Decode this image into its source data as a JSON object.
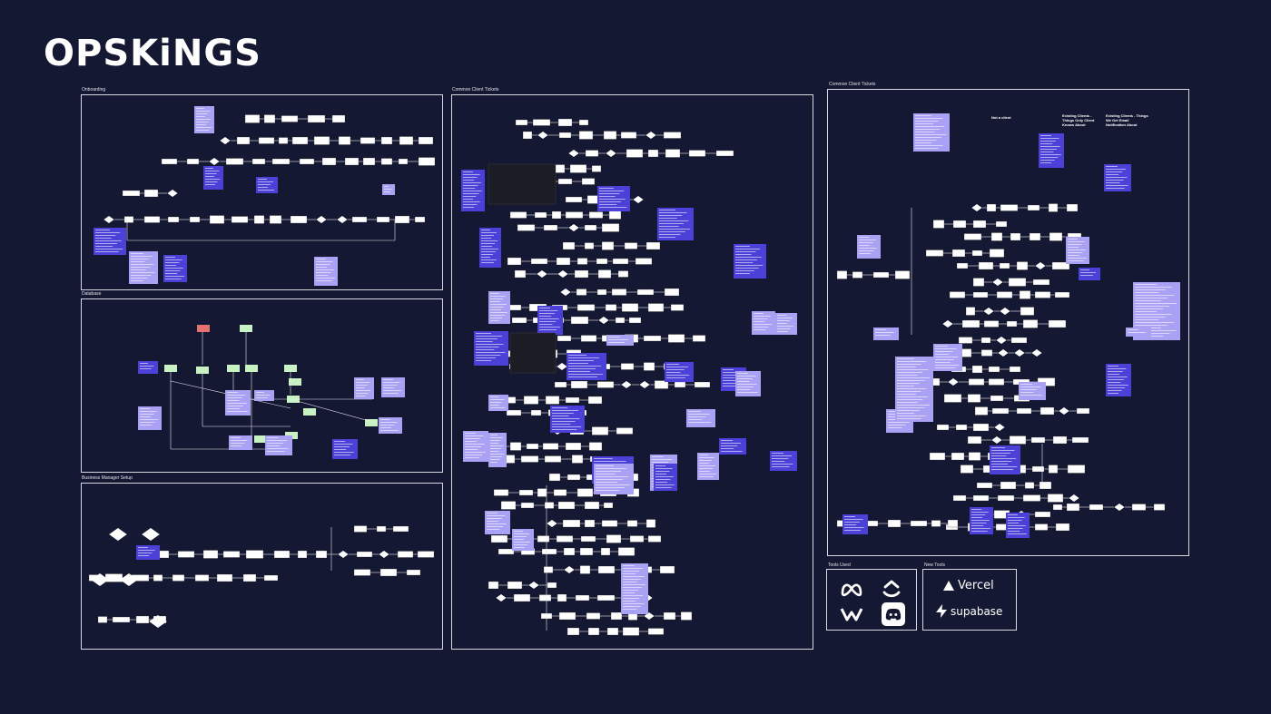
{
  "logo": "OPSKiNGS",
  "frames": {
    "onboarding": "Onboarding",
    "database": "Database",
    "business_manager": "Business Manager Setup",
    "common_client_tickets_1": "Common Client Tickets",
    "common_client_tickets_2": "Common Client Tickets",
    "tools_used": "Tools Used",
    "new_tools": "New Tools"
  },
  "column_headers": {
    "not_a_client": "Not a client",
    "existing_only": "Existing Clients - Things Only Client Knows About",
    "existing_email": "Existing Clients - Things We Get Email Notification About"
  },
  "tools_used": [
    {
      "icon": "meta-icon",
      "color": "#ffffff"
    },
    {
      "icon": "clickup-icon",
      "color": "#ffffff"
    },
    {
      "icon": "wave-icon",
      "color": "#ffffff"
    },
    {
      "icon": "discord-icon",
      "color": "#ffffff"
    }
  ],
  "new_tools": {
    "vercel": "Vercel",
    "supabase": "supabase"
  },
  "colors": {
    "background": "#151832",
    "node": "#ffffff",
    "note_light": "#a9a2f4",
    "note_dark": "#4b40d8",
    "db_green": "#c9f2c2",
    "db_red": "#e57171",
    "frame_border": "#d8d8e0"
  }
}
